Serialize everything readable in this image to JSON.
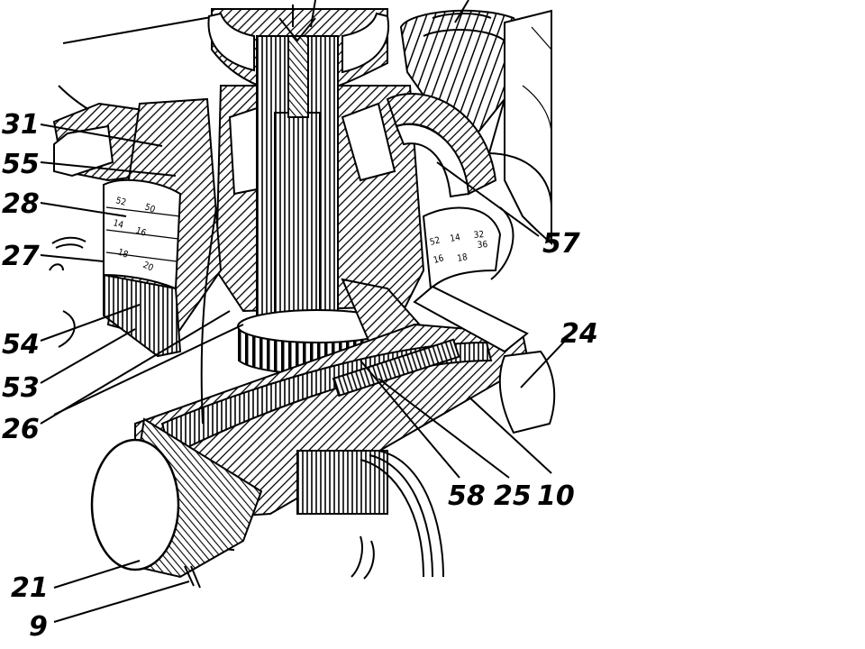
{
  "figure": {
    "background": "#ffffff",
    "ink": "#000000",
    "labels": [
      "31",
      "55",
      "28",
      "27",
      "54",
      "53",
      "26",
      "57",
      "24",
      "58",
      "25",
      "10",
      "21",
      "9"
    ],
    "dial_left": [
      "52",
      "50",
      "14",
      "16",
      "18",
      "20"
    ],
    "dial_right": [
      "52",
      "14",
      "16",
      "18",
      "36",
      "32"
    ]
  }
}
